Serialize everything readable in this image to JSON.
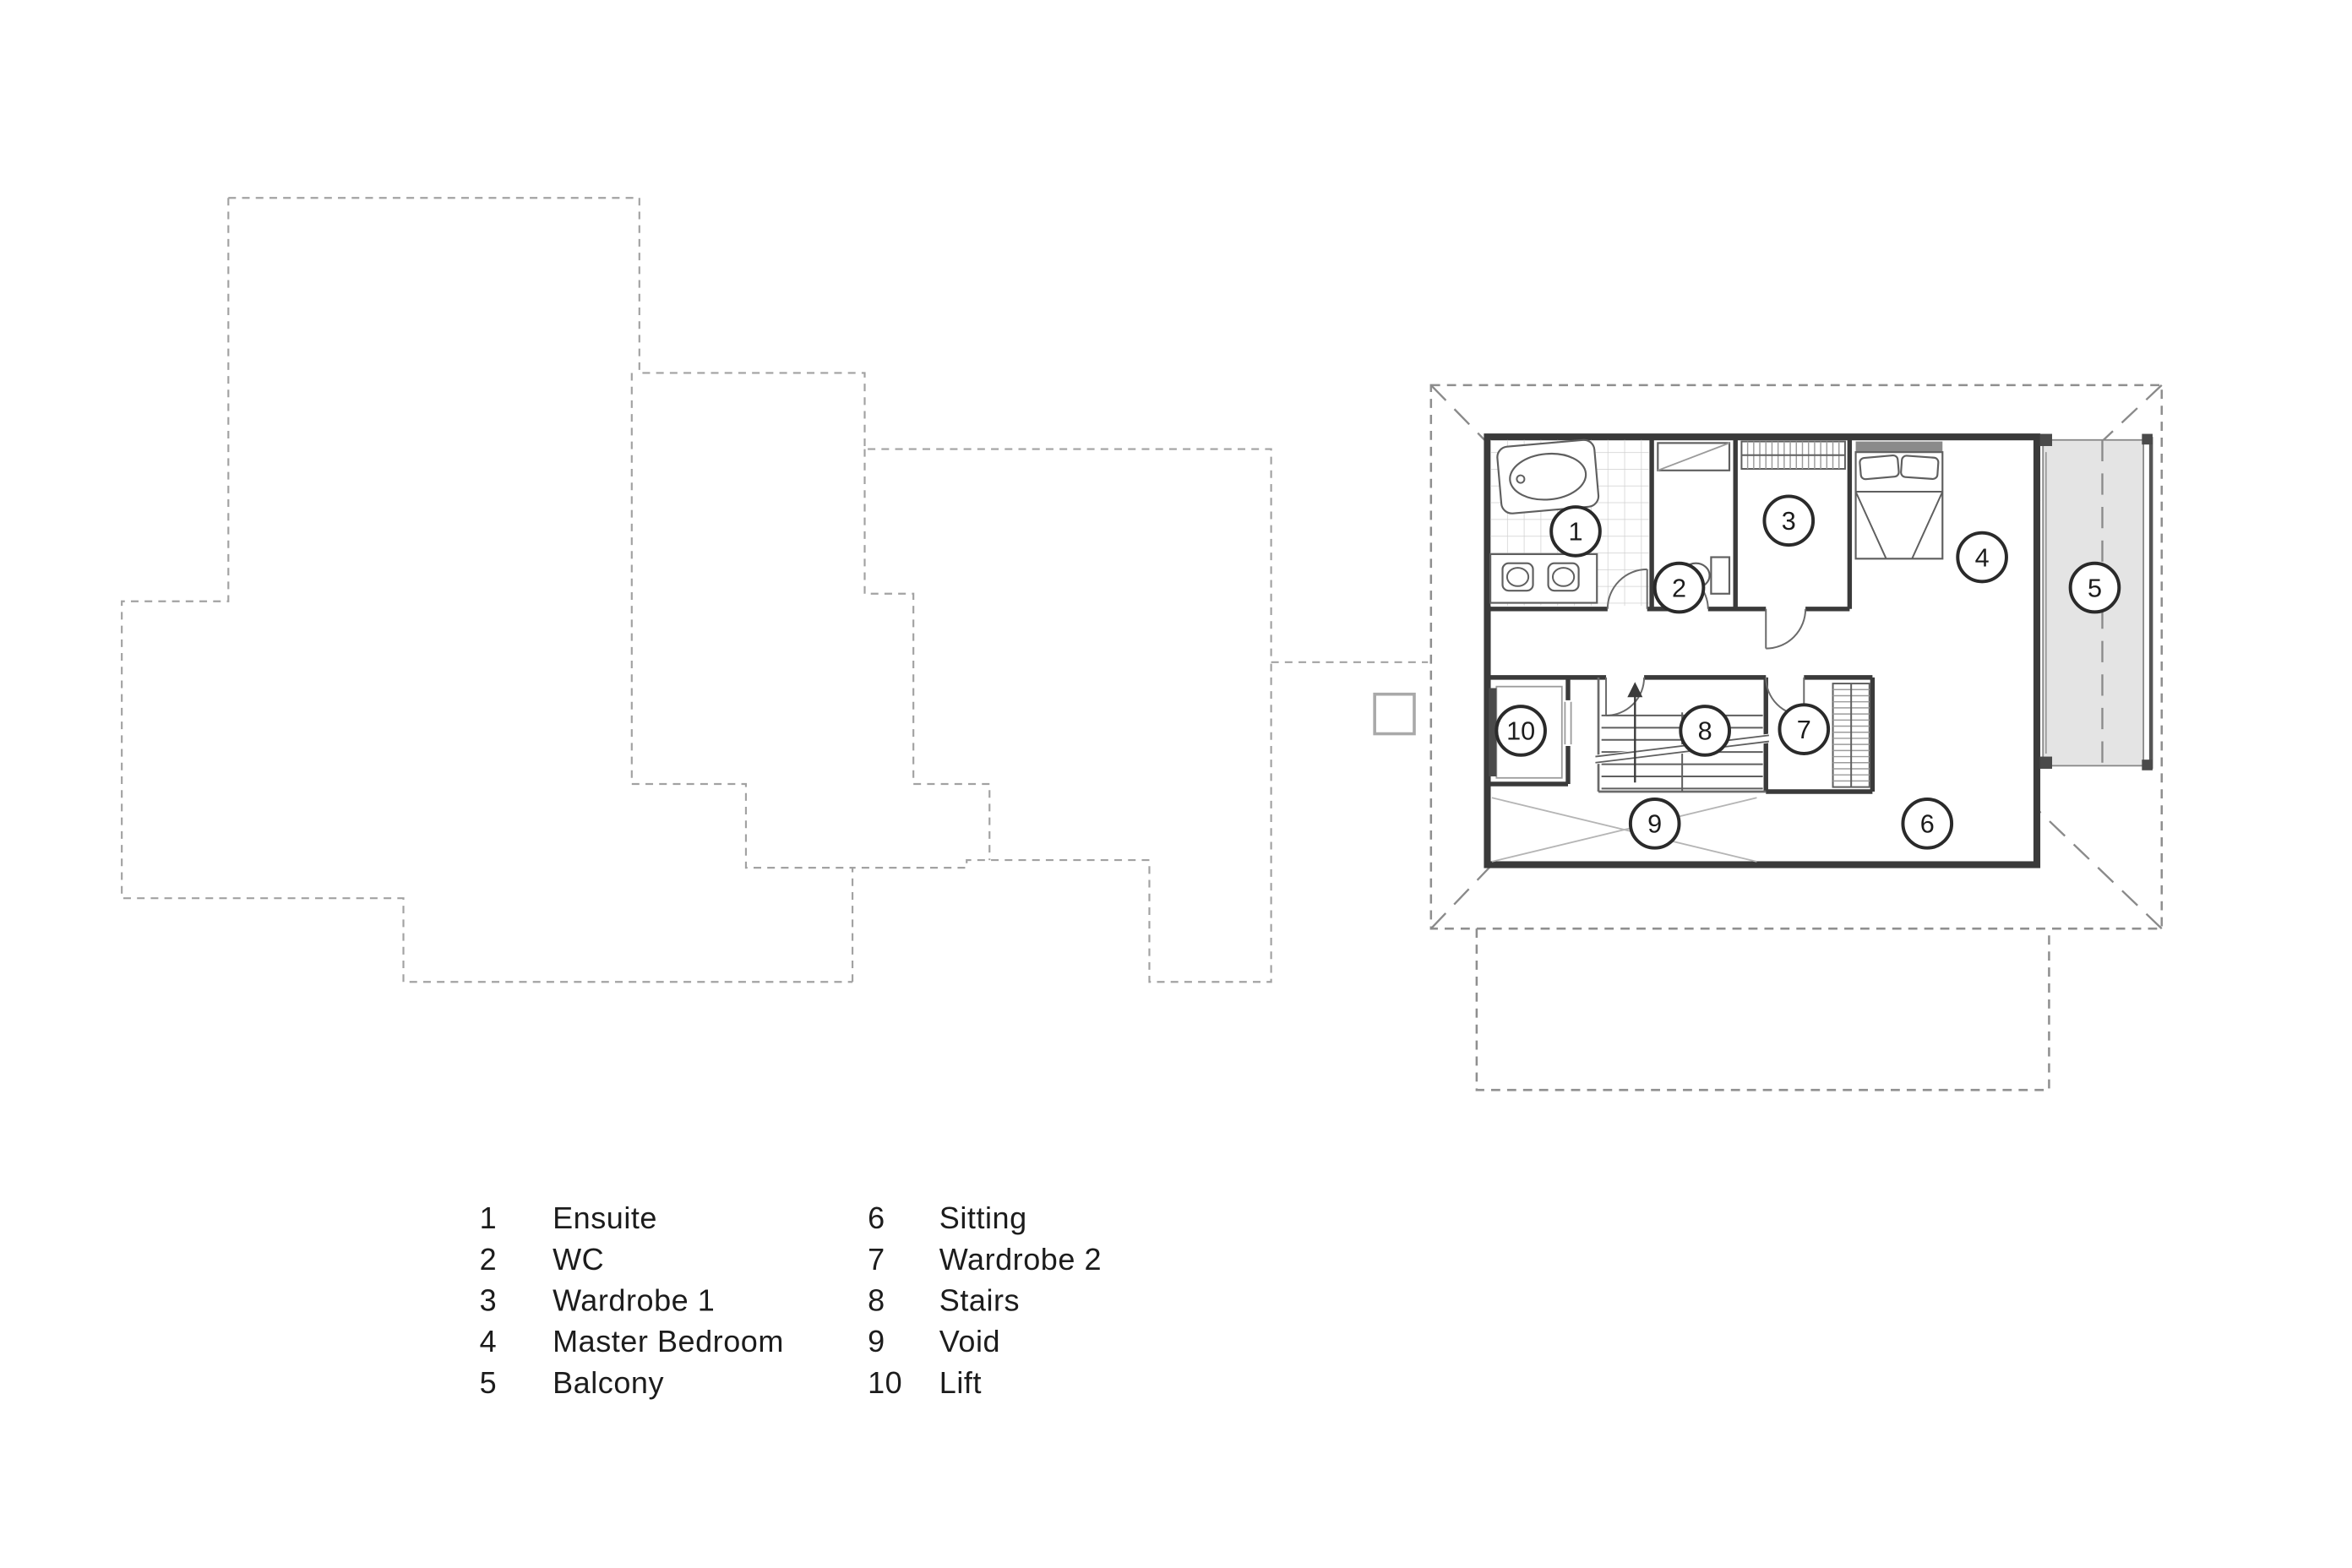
{
  "palette": {
    "background": "#ffffff",
    "wall": "#3a3a3a",
    "fixture_line": "#5f5f5f",
    "dash_line": "#8f8f8f",
    "tile_line": "#cfcfcf",
    "balcony_fill": "#e4e4e4",
    "text": "#1c1c1c",
    "marker_stroke": "#2a2a2a"
  },
  "legend": {
    "columns": [
      {
        "items": [
          {
            "number": "1",
            "label": "Ensuite"
          },
          {
            "number": "2",
            "label": "WC"
          },
          {
            "number": "3",
            "label": "Wardrobe 1"
          },
          {
            "number": "4",
            "label": "Master Bedroom"
          },
          {
            "number": "5",
            "label": "Balcony"
          }
        ]
      },
      {
        "items": [
          {
            "number": "6",
            "label": "Sitting"
          },
          {
            "number": "7",
            "label": "Wardrobe 2"
          },
          {
            "number": "8",
            "label": "Stairs"
          },
          {
            "number": "9",
            "label": "Void"
          },
          {
            "number": "10",
            "label": "Lift"
          }
        ]
      }
    ]
  }
}
